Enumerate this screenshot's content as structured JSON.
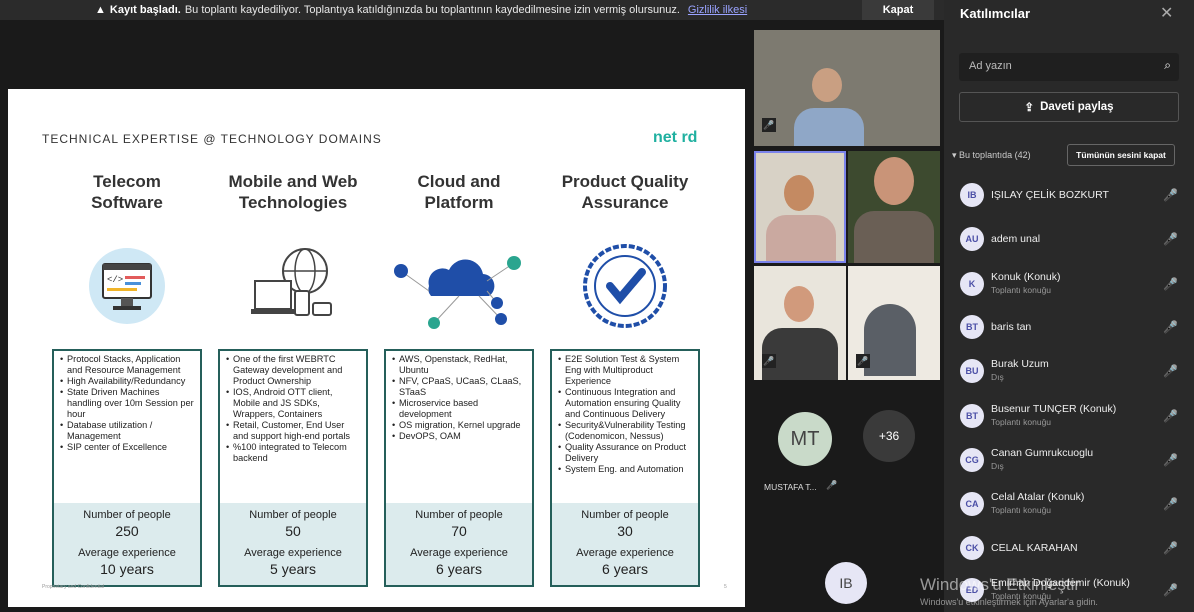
{
  "banner": {
    "icon": "warning-icon",
    "bold": "Kayıt başladı.",
    "text": "Bu toplantı kaydediliyor. Toplantıya katıldığınızda bu toplantının kaydedilmesine izin vermiş olursunuz.",
    "link": "Gizlilik ilkesi",
    "close_label": "Kapat"
  },
  "slide": {
    "title": "TECHNICAL EXPERTISE @ TECHNOLOGY DOMAINS",
    "logo": "net rd",
    "footer": "Proprietary and Confidential",
    "page_number": "5",
    "columns": [
      {
        "heading1": "Telecom",
        "heading2": "Software",
        "bullets": [
          "Protocol Stacks, Application and Resource Management",
          "High Availability/Redundancy",
          "State Driven Machines handling over 10m Session per hour",
          "Database utilization / Management",
          "SIP center of Excellence"
        ],
        "people_label": "Number of people",
        "people": "250",
        "exp_label": "Average experience",
        "exp": "10 years"
      },
      {
        "heading1": "Mobile and Web",
        "heading2": "Technologies",
        "bullets": [
          "One of the first WEBRTC Gateway development and Product Ownership",
          "IOS, Android OTT client, Mobile and JS SDKs, Wrappers, Containers",
          "Retail, Customer, End User and support high-end portals",
          "%100 integrated to Telecom backend"
        ],
        "people_label": "Number of people",
        "people": "50",
        "exp_label": "Average experience",
        "exp": "5 years"
      },
      {
        "heading1": "Cloud and",
        "heading2": "Platform",
        "bullets": [
          "AWS, Openstack, RedHat, Ubuntu",
          "NFV, CPaaS, UCaaS, CLaaS, STaaS",
          "Microservice based development",
          "OS migration, Kernel upgrade",
          "DevOPS, OAM"
        ],
        "people_label": "Number of people",
        "people": "70",
        "exp_label": "Average experience",
        "exp": "6 years"
      },
      {
        "heading1": "Product Quality",
        "heading2": "Assurance",
        "bullets": [
          "E2E Solution Test & System Eng with Multiproduct Experience",
          "Continuous Integration and Automation ensuring Quality and Continuous Delivery",
          "Security&Vulnerability Testing (Codenomicon, Nessus)",
          "Quality Assurance on Product Delivery",
          "System Eng. and Automation"
        ],
        "people_label": "Number of people",
        "people": "30",
        "exp_label": "Average experience",
        "exp": "6 years"
      }
    ]
  },
  "videos": {
    "mt_initials": "MT",
    "mt_name": "MUSTAFA T...",
    "more_count": "+36",
    "ib_initials": "IB"
  },
  "panel": {
    "title": "Katılımcılar",
    "search_placeholder": "Ad yazın",
    "share_label": "Daveti paylaş",
    "section_label": "Bu toplantıda (42)",
    "mute_all_label": "Tümünün sesini kapat",
    "participants": [
      {
        "initials": "IB",
        "name": "IŞILAY ÇELİK BOZKURT",
        "sub": ""
      },
      {
        "initials": "AU",
        "name": "adem unal",
        "sub": ""
      },
      {
        "initials": "K",
        "name": "Konuk (Konuk)",
        "sub": "Toplantı konuğu"
      },
      {
        "initials": "BT",
        "name": "baris tan",
        "sub": ""
      },
      {
        "initials": "BU",
        "name": "Burak Uzum",
        "sub": "Dış"
      },
      {
        "initials": "BT",
        "name": "Busenur TUNÇER (Konuk)",
        "sub": "Toplantı konuğu"
      },
      {
        "initials": "CG",
        "name": "Canan Gumrukcuoglu",
        "sub": "Dış"
      },
      {
        "initials": "CA",
        "name": "Celal Atalar (Konuk)",
        "sub": "Toplantı konuğu"
      },
      {
        "initials": "CK",
        "name": "CELAL KARAHAN",
        "sub": ""
      },
      {
        "initials": "ED",
        "name": "Emirhan Doğaridemir (Konuk)",
        "sub": "Toplantı konuğu"
      }
    ]
  },
  "watermark": {
    "line1": "Windows'u Etkinleştir",
    "line2": "Windows'u etkinleştirmek için Ayarlar'a gidin."
  }
}
